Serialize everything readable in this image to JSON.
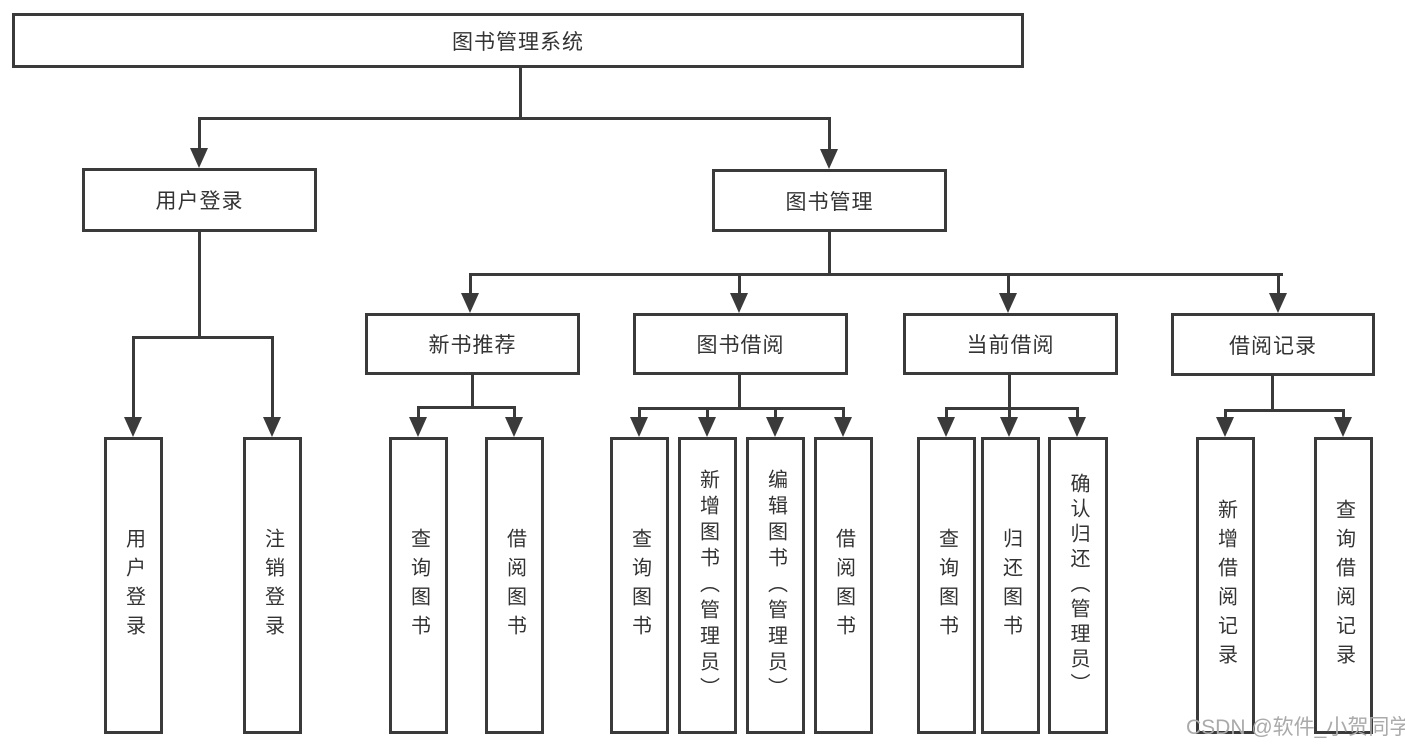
{
  "diagram": {
    "title": "图书管理系统",
    "branches": {
      "user_login": {
        "label": "用户登录",
        "children": [
          "用户登录",
          "注销登录"
        ]
      },
      "book_mgmt": {
        "label": "图书管理",
        "sections": {
          "new_book_rec": {
            "label": "新书推荐",
            "children": [
              "查询图书",
              "借阅图书"
            ]
          },
          "book_borrow": {
            "label": "图书借阅",
            "children": [
              "查询图书",
              "新增图书（管理员）",
              "编辑图书（管理员）",
              "借阅图书"
            ]
          },
          "current_borrow": {
            "label": "当前借阅",
            "children": [
              "查询图书",
              "归还图书",
              "确认归还（管理员）"
            ]
          },
          "borrow_record": {
            "label": "借阅记录",
            "children": [
              "新增借阅记录",
              "查询借阅记录"
            ]
          }
        }
      }
    }
  },
  "watermark": {
    "text": "CSDN @软件_小贺同学"
  },
  "colors": {
    "line": "#3a3a3a",
    "text": "#333333",
    "background": "#ffffff",
    "watermark": "#aaaaaa"
  }
}
